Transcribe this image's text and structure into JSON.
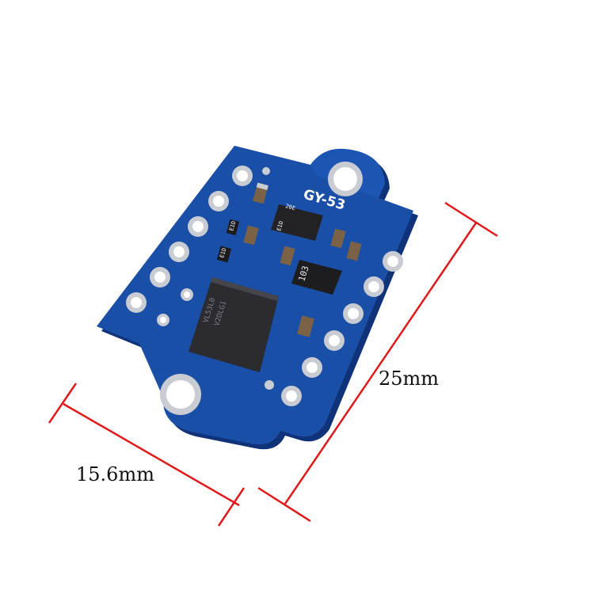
{
  "dimensions": {
    "width_label": "15.6mm",
    "height_label": "25mm"
  },
  "board": {
    "silkscreen_model": "GY-53",
    "resistor_code": "103",
    "chip_marking_lines": [
      "VL53L0",
      "V2DLG1"
    ],
    "small_part_marks": [
      "E1D",
      "E1D",
      "E1D",
      "20E"
    ]
  },
  "colors": {
    "pcb": "#1a4fa8",
    "pcb_edge": "#0f3278",
    "dimension_line": "#e01a1a",
    "chip": "#2b2b30",
    "pad": "#c9ccd2"
  }
}
